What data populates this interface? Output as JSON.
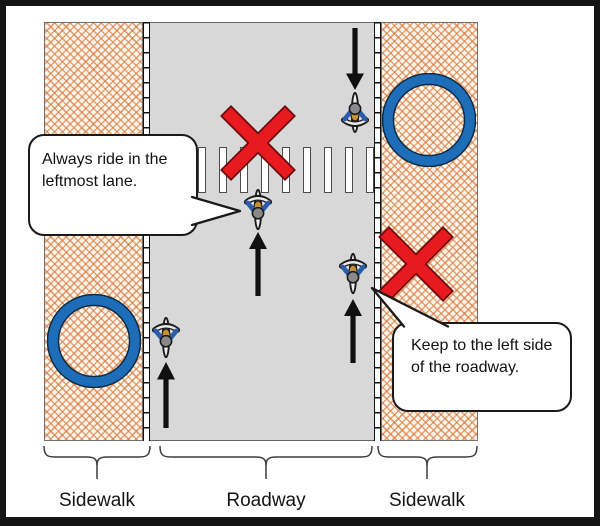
{
  "speech_bubbles": {
    "left": {
      "text": "Always ride in the leftmost lane."
    },
    "right": {
      "text": "Keep to the left side of the roadway."
    }
  },
  "region_labels": {
    "sidewalk_left": "Sidewalk",
    "roadway": "Roadway",
    "sidewalk_right": "Sidewalk"
  },
  "markers": {
    "prohibited_icon": "red-x-icon",
    "allowed_icon": "blue-circle-icon",
    "rider_icon": "cyclist-icon",
    "direction_icon": "black-arrow-icon"
  },
  "colors": {
    "prohibited_red": "#e8191f",
    "allowed_blue": "#1d6db8",
    "roadway_gray": "#d8d8d8",
    "sidewalk_hatch_orange": "#d6763a",
    "outline_black": "#141414"
  },
  "crosswalk": {
    "stripe_count": 11
  }
}
